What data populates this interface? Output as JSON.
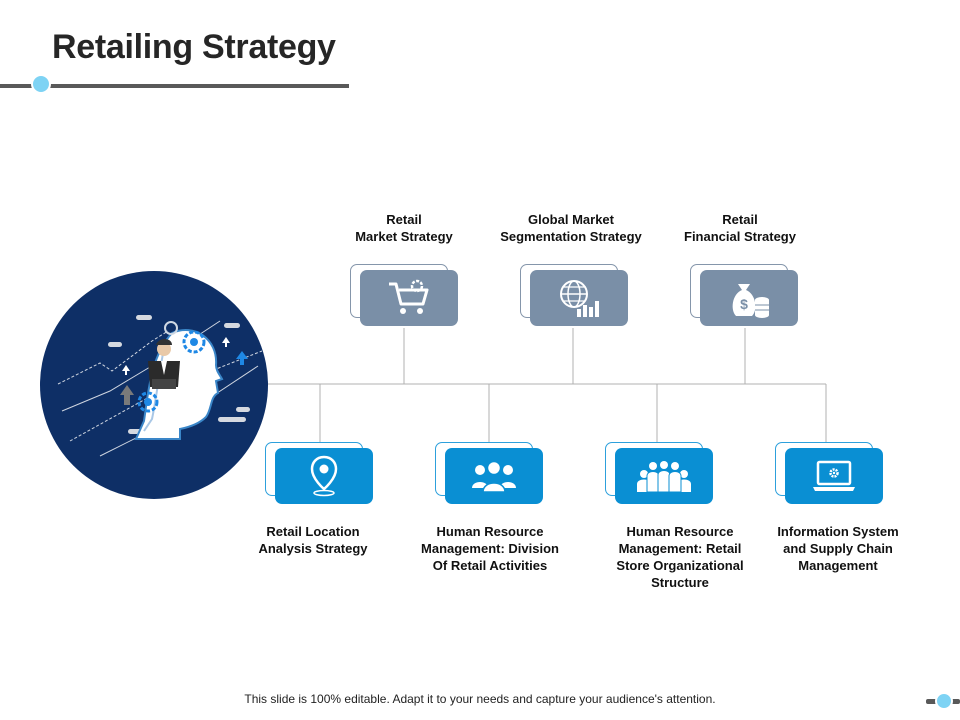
{
  "slide": {
    "title": "Retailing Strategy",
    "footer": "This slide is 100% editable. Adapt it to your needs and capture your audience's attention."
  },
  "strategies_top": [
    {
      "label": "Retail\nMarket Strategy",
      "icon": "shopping-cart-icon"
    },
    {
      "label": "Global Market\nSegmentation Strategy",
      "icon": "globe-chart-icon"
    },
    {
      "label": "Retail\nFinancial Strategy",
      "icon": "money-bag-icon"
    }
  ],
  "strategies_bottom": [
    {
      "label": "Retail Location\nAnalysis Strategy",
      "icon": "location-pin-icon"
    },
    {
      "label": "Human Resource\nManagement: Division\nOf Retail Activities",
      "icon": "team-icon"
    },
    {
      "label": "Human Resource\nManagement: Retail\nStore Organizational\nStructure",
      "icon": "group-icon"
    },
    {
      "label": "Information System\nand Supply Chain\nManagement",
      "icon": "laptop-gear-icon"
    }
  ],
  "colors": {
    "accent": "#7ed3f4",
    "top_card": "#7a8fa7",
    "bottom_card": "#0a8fd3",
    "hero_circle": "#0e2f66",
    "connector": "#b0b0b0"
  }
}
